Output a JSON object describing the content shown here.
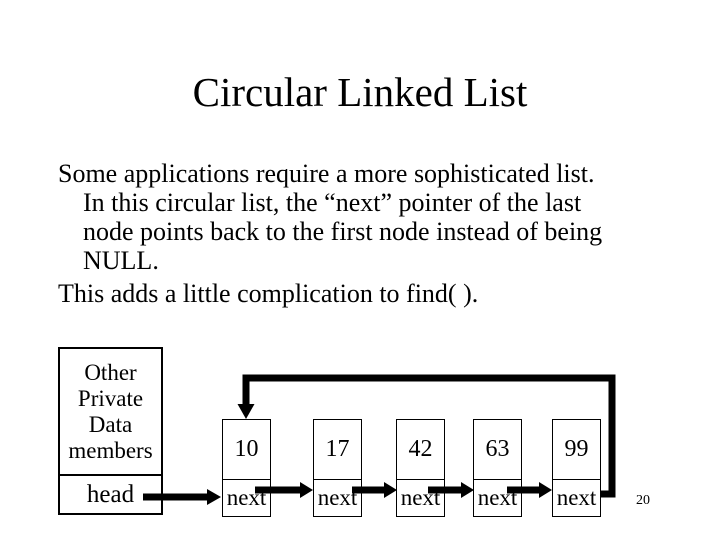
{
  "slide": {
    "title": "Circular Linked List",
    "paragraphs": [
      {
        "lines": [
          "Some applications require a more sophisticated list.",
          "In this circular list, the “next” pointer of the last",
          "node points back to the first node instead of being",
          "NULL."
        ]
      },
      {
        "lines": [
          "This adds a little complication to find( )."
        ]
      }
    ],
    "page_number": "20"
  },
  "diagram": {
    "header_box": {
      "label_lines": [
        "Other",
        "Private",
        "Data",
        "members"
      ],
      "pointer_label": "head"
    },
    "nodes": [
      {
        "value": "10",
        "pointer": "next"
      },
      {
        "value": "17",
        "pointer": "next"
      },
      {
        "value": "42",
        "pointer": "next"
      },
      {
        "value": "63",
        "pointer": "next"
      },
      {
        "value": "99",
        "pointer": "next"
      }
    ],
    "arrows": {
      "head_to_first": "head-to-first-node",
      "next_links": 4,
      "loop_back": "last-node-to-first-node"
    }
  },
  "colors": {
    "background": "#ffffff",
    "ink": "#000000"
  }
}
